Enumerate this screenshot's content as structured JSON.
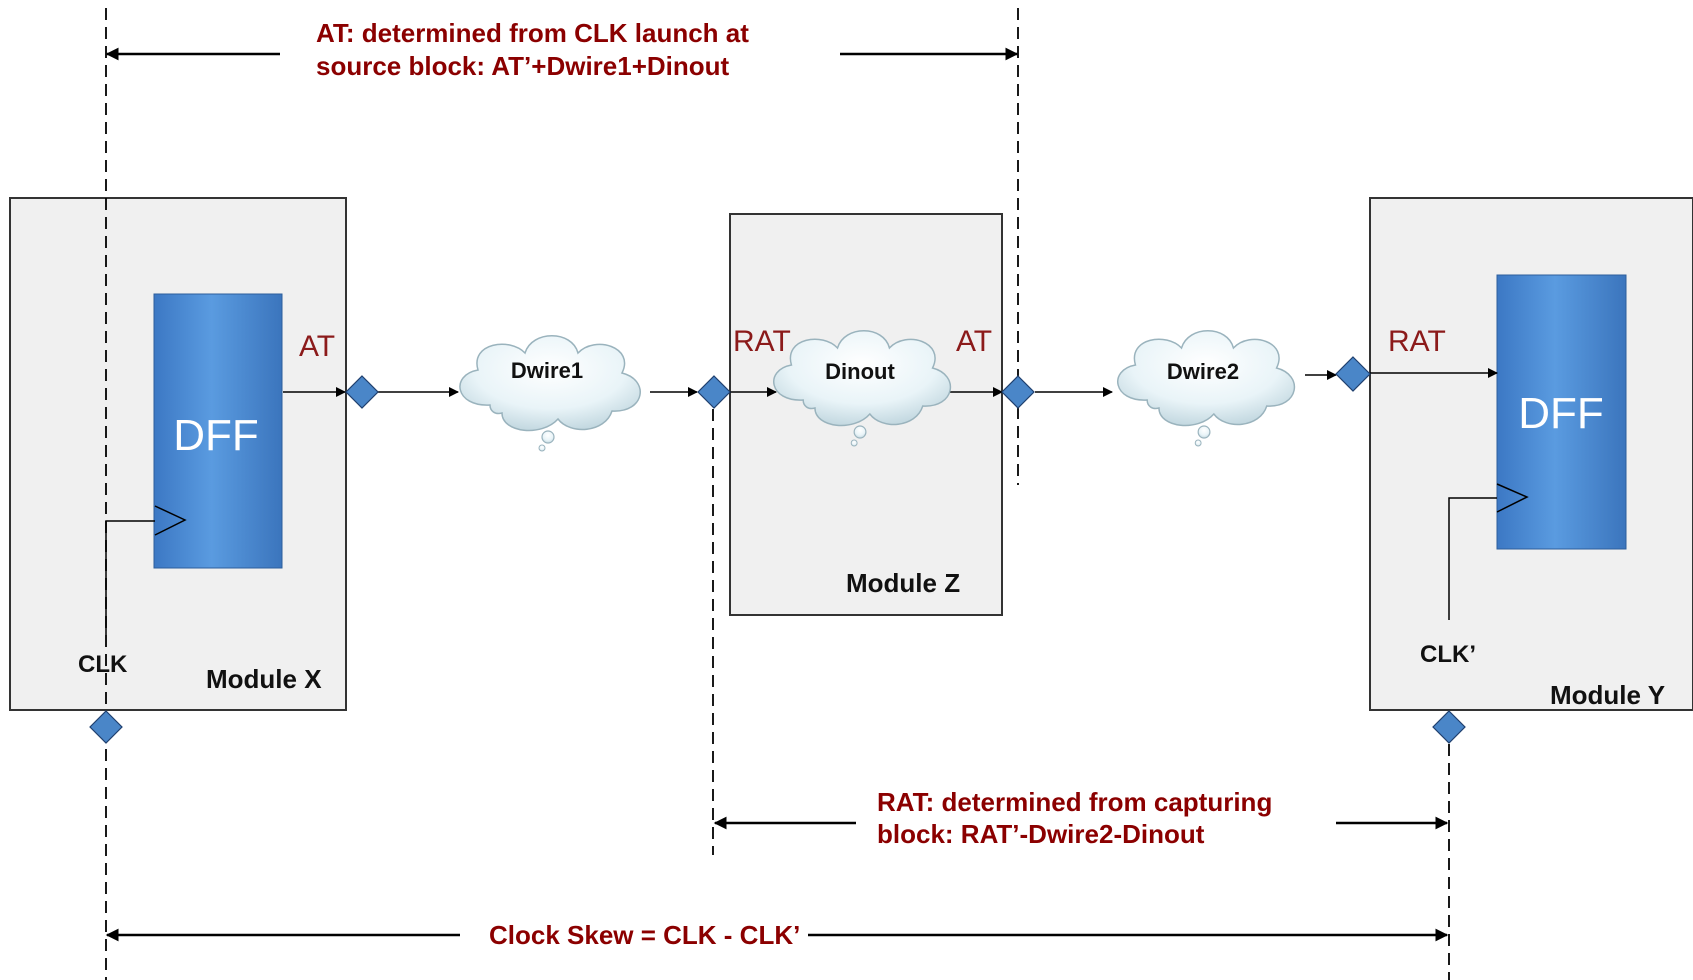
{
  "annotations": {
    "at_line1": "AT: determined from CLK launch at",
    "at_line2": "source block: AT’+Dwire1+Dinout",
    "rat_line1": "RAT: determined from capturing",
    "rat_line2": "block:  RAT’-Dwire2-Dinout",
    "skew": "Clock Skew = CLK - CLK’"
  },
  "modules": {
    "x": "Module X",
    "z": "Module Z",
    "y": "Module Y"
  },
  "flipflops": {
    "left": "DFF",
    "right": "DFF"
  },
  "clouds": {
    "dwire1": "Dwire1",
    "dinout": "Dinout",
    "dwire2": "Dwire2"
  },
  "pins": {
    "x_out": "AT",
    "z_in": "RAT",
    "z_out": "AT",
    "y_in": "RAT"
  },
  "clocks": {
    "clk": "CLK",
    "clk_prime": "CLK’"
  },
  "colors": {
    "annotation": "#8b0000",
    "dff_fill": "#4f8fd6",
    "port_fill": "#4a86c8",
    "module_fill": "#f0f0f0"
  }
}
